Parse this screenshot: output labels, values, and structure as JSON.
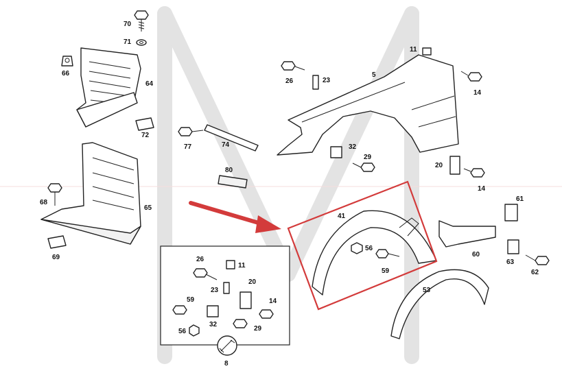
{
  "colors": {
    "highlight": "#d33b3b",
    "ink": "#222222",
    "watermark": "#e3e3e3"
  },
  "callouts": {
    "c70": "70",
    "c71": "71",
    "c66": "66",
    "c64": "64",
    "c72": "72",
    "c68": "68",
    "c65": "65",
    "c69": "69",
    "c77": "77",
    "c74": "74",
    "c80": "80",
    "c11": "11",
    "c26": "26",
    "c23": "23",
    "c5": "5",
    "c14a": "14",
    "c32": "32",
    "c29": "29",
    "c20": "20",
    "c14b": "14",
    "c41": "41",
    "c56": "56",
    "c59": "59",
    "c61": "61",
    "c60": "60",
    "c63": "63",
    "c62": "62",
    "c53": "53"
  },
  "kit": {
    "k26": "26",
    "k11": "11",
    "k23": "23",
    "k20": "20",
    "k14": "14",
    "k59": "59",
    "k32": "32",
    "k56": "56",
    "k29": "29",
    "k8": "8"
  }
}
